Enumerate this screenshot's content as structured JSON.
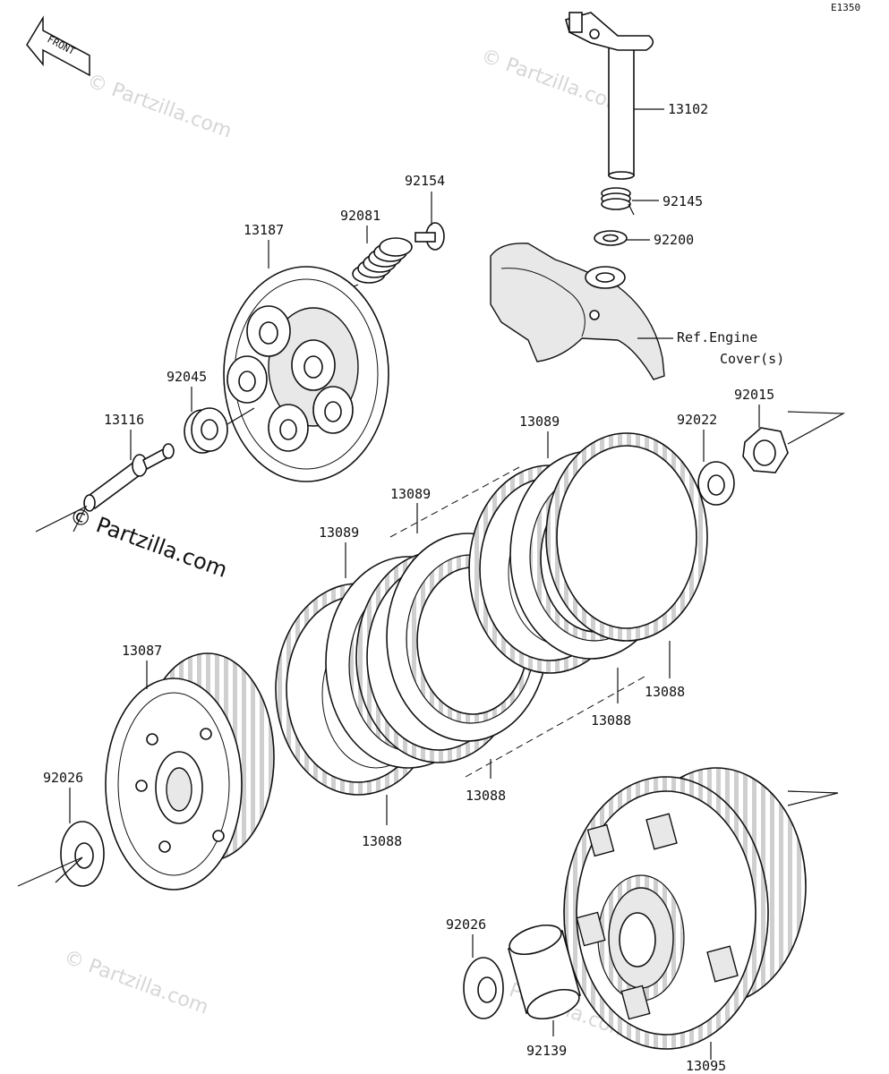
{
  "diagram_code": "E1350",
  "front_label": "FRONT",
  "watermarks": [
    "© Partzilla.com",
    "© Partzilla.com",
    "© Partzilla.com",
    "© Partzilla.com",
    "© Partzilla.com"
  ],
  "ref_label": {
    "line1": "Ref.Engine",
    "line2": "Cover(s)"
  },
  "parts": {
    "p13102": "13102",
    "p92145": "92145",
    "p92200": "92200",
    "p92154": "92154",
    "p92081": "92081",
    "p13187": "13187",
    "p92045": "92045",
    "p13116": "13116",
    "p92015": "92015",
    "p92022": "92022",
    "p13089a": "13089",
    "p13089b": "13089",
    "p13089c": "13089",
    "p13087": "13087",
    "p92026a": "92026",
    "p13088a": "13088",
    "p13088b": "13088",
    "p13088c": "13088",
    "p13088d": "13088",
    "p92026b": "92026",
    "p92139": "92139",
    "p13095": "13095"
  }
}
